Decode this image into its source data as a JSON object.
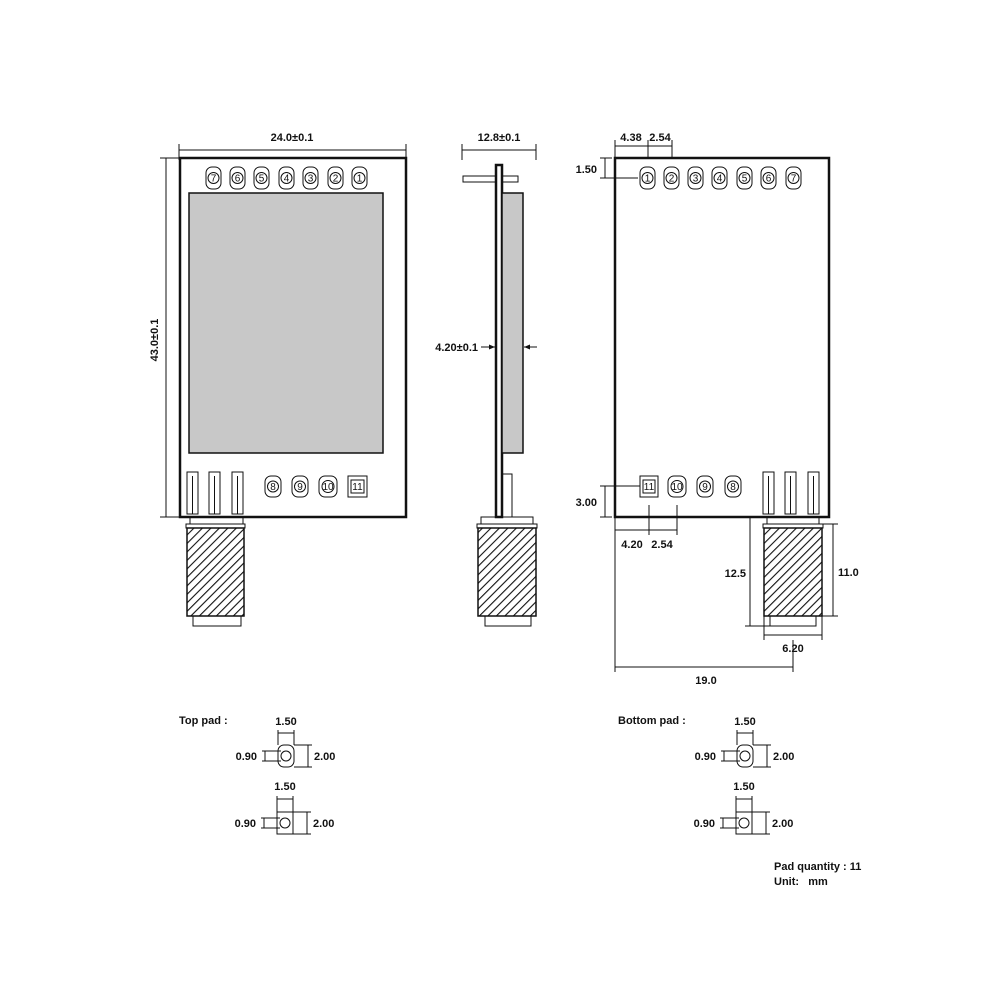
{
  "front_view": {
    "width_dim": "24.0±0.1",
    "height_dim": "43.0±0.1",
    "top_pins": [
      "7",
      "6",
      "5",
      "4",
      "3",
      "2",
      "1"
    ],
    "bottom_pins": [
      "8",
      "9",
      "10",
      "11"
    ]
  },
  "side_view": {
    "thickness_dim": "12.8±0.1",
    "shield_dim": "4.20±0.1"
  },
  "back_view": {
    "top_offset": "4.38",
    "pitch_top": "2.54",
    "top_margin": "1.50",
    "top_pins": [
      "1",
      "2",
      "3",
      "4",
      "5",
      "6",
      "7"
    ],
    "bottom_pins": [
      "11",
      "10",
      "9",
      "8"
    ],
    "bottom_margin": "3.00",
    "bottom_offset": "4.20",
    "pitch_bottom": "2.54",
    "connector_len": "12.5",
    "connector_body": "11.0",
    "connector_width": "6.20",
    "connector_pos": "19.0"
  },
  "top_pad": {
    "label": "Top pad :",
    "pad1": {
      "width": "1.50",
      "hole": "0.90",
      "height": "2.00"
    },
    "pad2": {
      "width": "1.50",
      "hole": "0.90",
      "height": "2.00"
    }
  },
  "bottom_pad": {
    "label": "Bottom pad :",
    "pad1": {
      "width": "1.50",
      "hole": "0.90",
      "height": "2.00"
    },
    "pad2": {
      "width": "1.50",
      "hole": "0.90",
      "height": "2.00"
    }
  },
  "notes": {
    "pad_quantity": "Pad quantity : 11",
    "unit": "Unit:   mm"
  }
}
